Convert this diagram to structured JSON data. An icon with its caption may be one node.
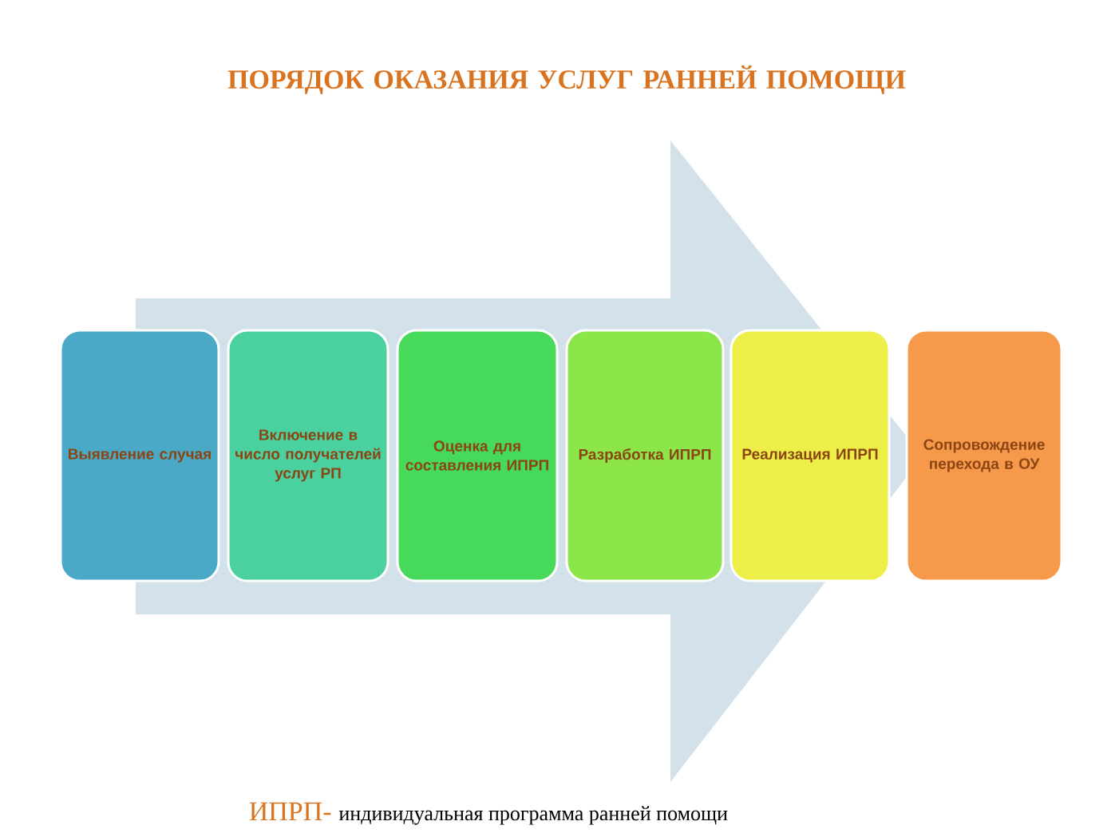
{
  "diagram": {
    "title": "ПОРЯДОК ОКАЗАНИЯ УСЛУГ РАННЕЙ ПОМОЩИ",
    "nodes": [
      {
        "text": [
          "Выявление случая"
        ]
      },
      {
        "text": [
          "Включение в число получателей услуг РП"
        ]
      },
      {
        "text": [
          "Оценка для составления ИПРП"
        ]
      },
      {
        "text": [
          "Разработка ИПРП"
        ]
      },
      {
        "text": [
          "Реализация ИПРП"
        ]
      },
      {
        "text": [
          "Сопровождение перехода в ОУ"
        ]
      }
    ],
    "edges": [
      {
        "from": 0,
        "to": 5,
        "arrow": "to"
      }
    ],
    "labels": [
      "ИПРП-",
      "индивидуальная программа ранней помощи"
    ]
  }
}
